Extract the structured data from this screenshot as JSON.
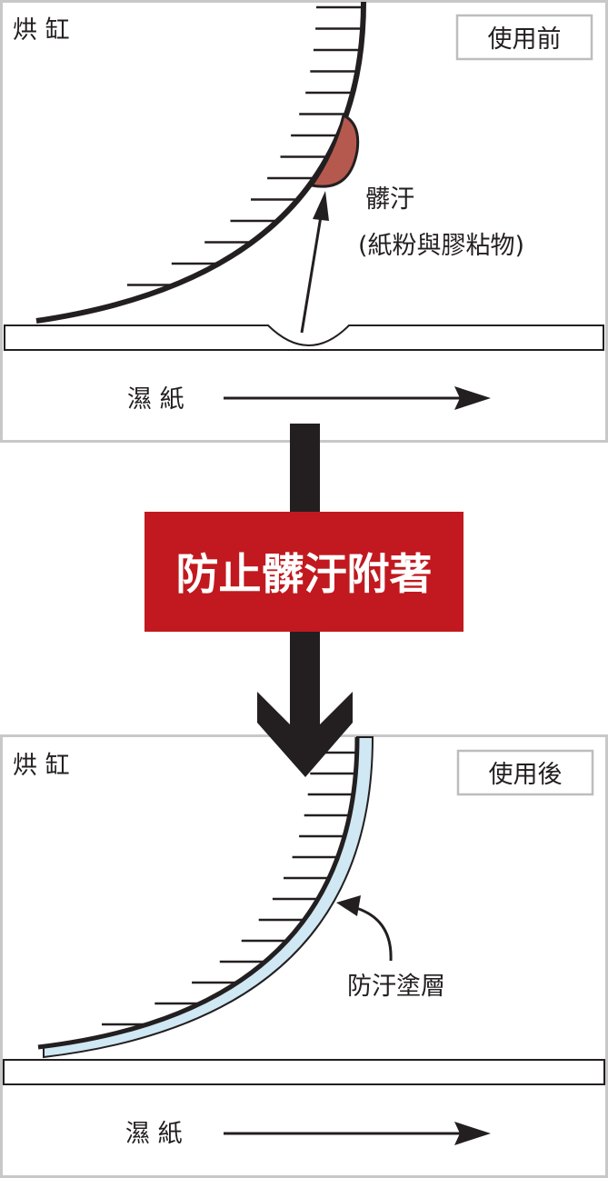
{
  "top_panel": {
    "dryer_label": "烘 缸",
    "badge": "使用前",
    "dirt_label_line1": "髒汙",
    "dirt_label_line2": "(紙粉與膠粘物)",
    "paper_label": "濕 紙"
  },
  "banner": {
    "text": "防止髒汙附著"
  },
  "bottom_panel": {
    "dryer_label": "烘 缸",
    "badge": "使用後",
    "coating_label": "防汙塗層",
    "paper_label": "濕 紙"
  },
  "colors": {
    "line": "#231f20",
    "dirt": "#b5594f",
    "coating": "#cfe8f3",
    "banner": "#c1191f",
    "frame": "#c8c8c8",
    "arrow": "#231f20"
  }
}
